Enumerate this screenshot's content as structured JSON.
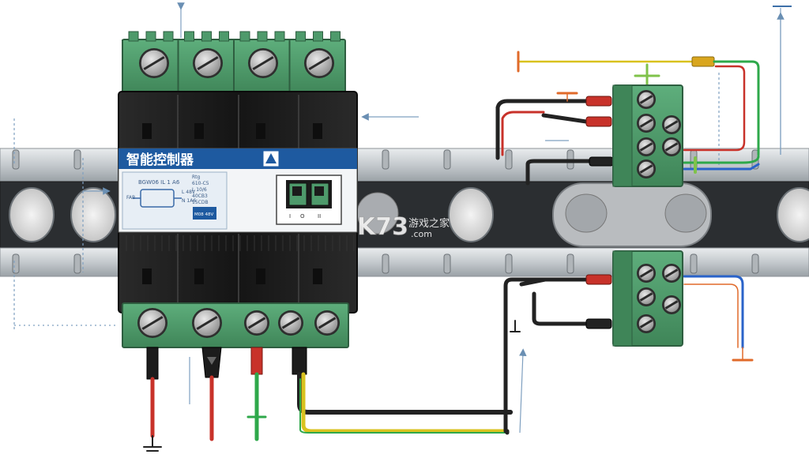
{
  "device": {
    "title": "智能控制器",
    "small_lines": [
      "Rtg",
      "610-C5",
      "L 10/6",
      "40CB3",
      "15CDB"
    ],
    "model_text": "BGW06 IL 1 A6",
    "panel_labels": [
      "FAB",
      "L 48V",
      "N 1A6"
    ],
    "small_box_text": "M08 48V",
    "switch_labels": [
      "I",
      "O",
      "II"
    ]
  },
  "watermark": {
    "logo": "K73",
    "cn": "游戏之家",
    "domain": ".com"
  },
  "colors": {
    "terminal_green": "#4e9a6b",
    "body_black": "#1e1e1e",
    "label_blue": "#1e5aa0",
    "rail_grey": "#cfd3d6",
    "wire_red": "#c8322a",
    "wire_green": "#2ea84a",
    "wire_yellow": "#d9c21e",
    "wire_blue": "#2a63c9",
    "wire_black": "#222222",
    "marker_orange": "#e06a2a",
    "marker_green": "#7fc24a",
    "arrow_blue": "#6a8fb3"
  },
  "icons": [
    "screw-icon",
    "ground-symbol-icon",
    "arrow-icon"
  ]
}
